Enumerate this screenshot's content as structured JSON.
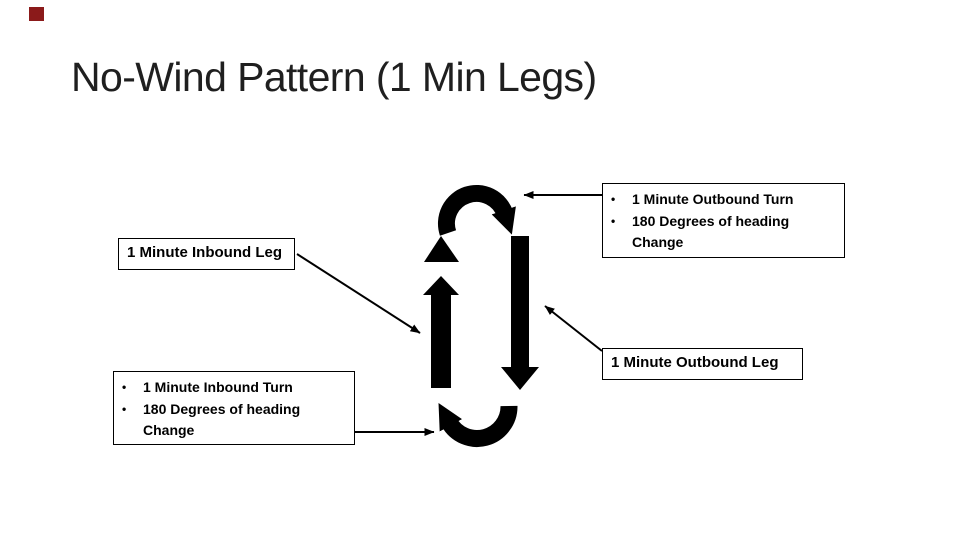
{
  "slide": {
    "title": "No-Wind Pattern (1 Min Legs)"
  },
  "labels": {
    "inbound_leg": "1 Minute Inbound Leg",
    "outbound_leg": "1 Minute Outbound Leg"
  },
  "callouts": {
    "bullet_char": "•",
    "outbound_turn": {
      "items": [
        "1 Minute Outbound Turn",
        "180 Degrees of heading Change"
      ]
    },
    "inbound_turn": {
      "items": [
        "1 Minute Inbound Turn",
        "180 Degrees of heading Change"
      ]
    }
  },
  "colors": {
    "ink": "#000000",
    "title_text": "#1f1f1f",
    "background": "#ffffff",
    "record_square": "#8b1a1a"
  }
}
